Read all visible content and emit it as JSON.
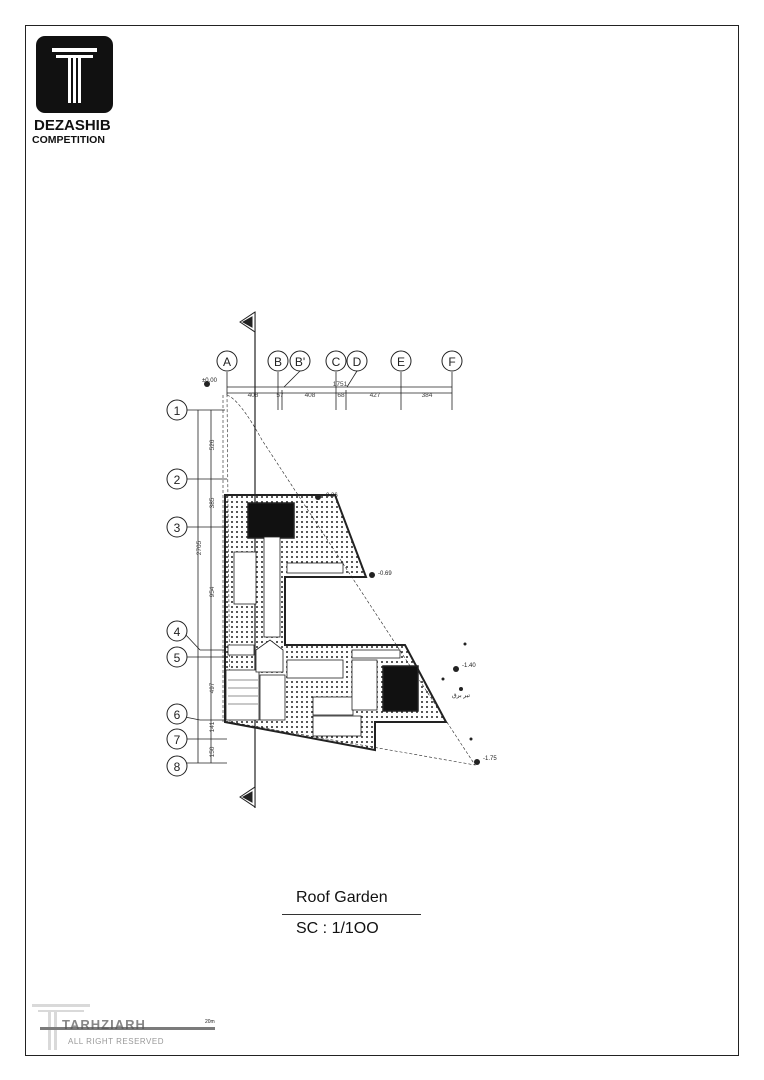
{
  "brand": {
    "name": "DEZASHIB",
    "subtitle": "COMPETITION"
  },
  "grid_columns": [
    "A",
    "B",
    "B'",
    "C",
    "D",
    "E",
    "F"
  ],
  "grid_rows": [
    "1",
    "2",
    "3",
    "4",
    "5",
    "6",
    "7",
    "8"
  ],
  "dimensions": {
    "horizontal_total": "1751",
    "horizontal_segments": [
      "408",
      "57",
      "408",
      "68",
      "427",
      "384"
    ],
    "vertical_total": "2705",
    "vertical_segments": [
      "526",
      "385",
      "954",
      "497",
      "141",
      "150"
    ]
  },
  "levels": {
    "origin": "±0.00",
    "l1": "-0.36",
    "l2": "-0.69",
    "l3": "-1.40",
    "l4": "-1.75"
  },
  "annotation": "تیر برق",
  "drawing": {
    "title": "Roof Garden",
    "scale": "SC : 1/1OO"
  },
  "watermark": {
    "name": "TARHZIARH",
    "rights": "ALL RIGHT RESERVED",
    "scale_end": "20m"
  }
}
